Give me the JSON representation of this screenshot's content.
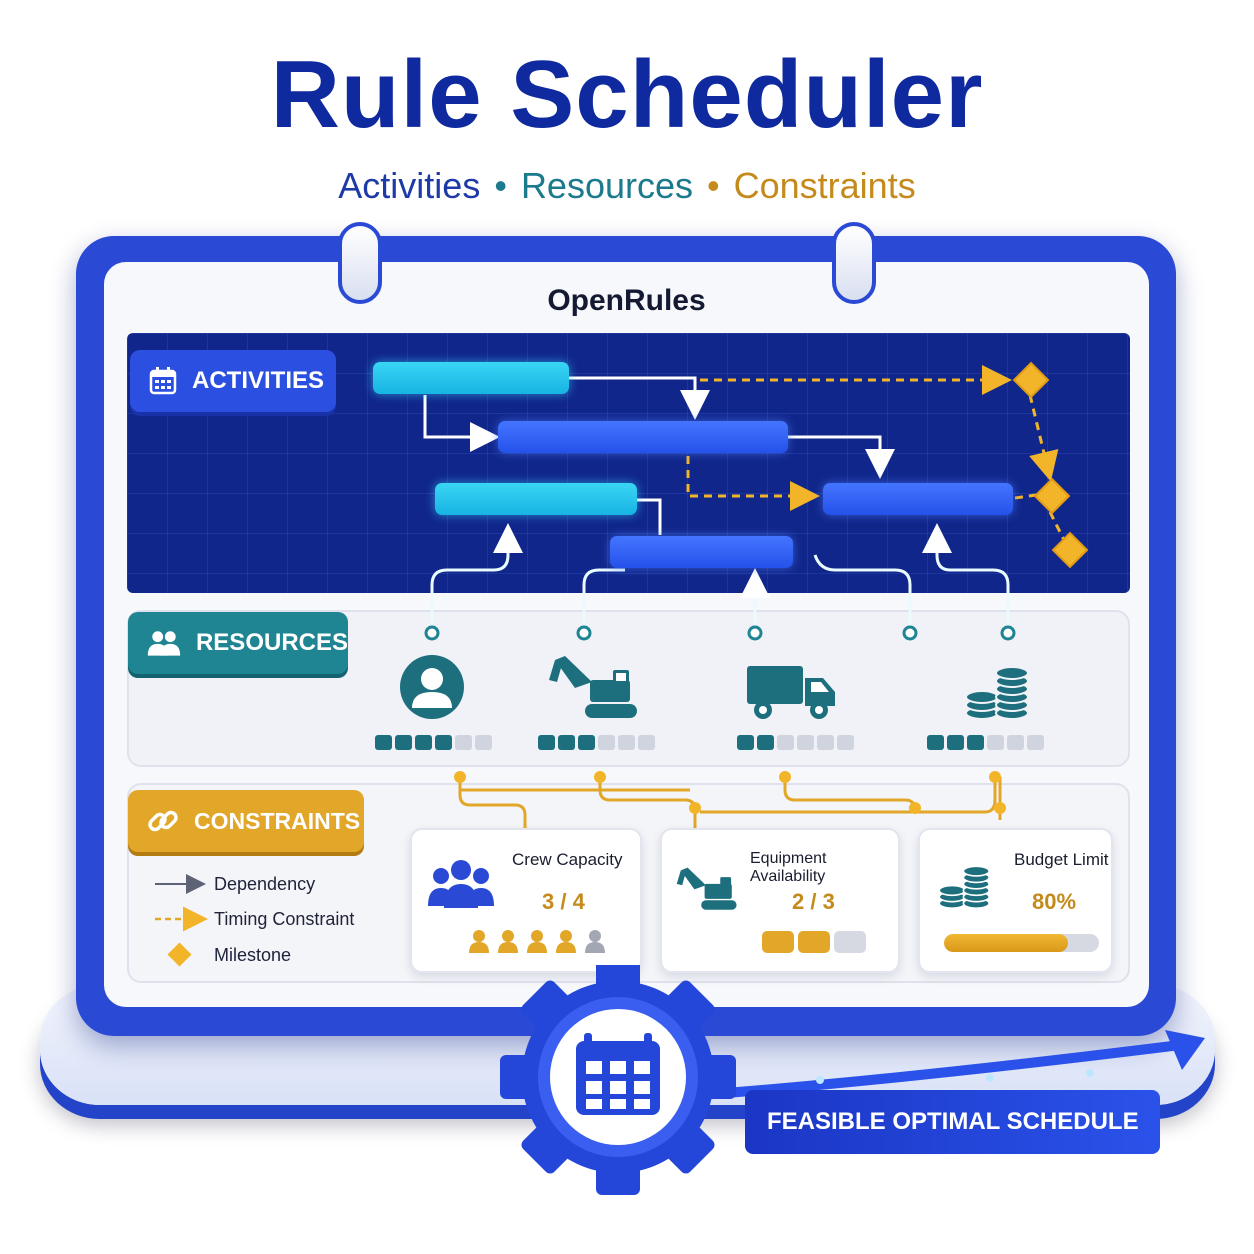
{
  "title": "Rule Scheduler",
  "subtitle": {
    "activities": "Activities",
    "resources": "Resources",
    "constraints": "Constraints",
    "separator": "•"
  },
  "brand": "OpenRules",
  "sections": {
    "activities": "ACTIVITIES",
    "resources": "RESOURCES",
    "constraints": "CONSTRAINTS"
  },
  "resources": [
    {
      "icon": "worker-icon",
      "level": 4,
      "max": 6
    },
    {
      "icon": "excavator-icon",
      "level": 3,
      "max": 6
    },
    {
      "icon": "truck-icon",
      "level": 2,
      "max": 6
    },
    {
      "icon": "coins-icon",
      "level": 3,
      "max": 6
    }
  ],
  "constraint_cards": [
    {
      "title": "Crew Capacity",
      "value": "3 / 4",
      "used": 4,
      "total": 5,
      "icon": "crew-icon"
    },
    {
      "title": "Equipment Availability",
      "value": "2 / 3",
      "used": 2,
      "total": 3,
      "icon": "excavator-icon"
    },
    {
      "title": "Budget Limit",
      "value": "80%",
      "fraction": 0.8,
      "icon": "coins-icon"
    }
  ],
  "legend": {
    "dependency": "Dependency",
    "timing": "Timing Constraint",
    "milestone": "Milestone"
  },
  "banner": "FEASIBLE OPTIMAL SCHEDULE",
  "colors": {
    "primary": "#2a4ad6",
    "navy": "#10268a",
    "teal": "#1f8593",
    "gold": "#e2a629"
  }
}
